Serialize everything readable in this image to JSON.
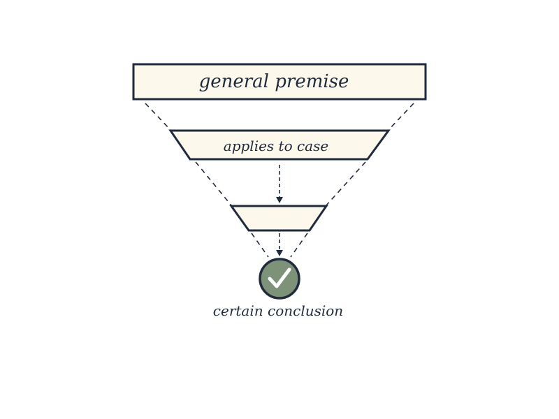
{
  "diagram": {
    "stages": [
      {
        "label": "general premise"
      },
      {
        "label": "applies to case"
      },
      {
        "label": ""
      }
    ],
    "result": {
      "icon": "check-icon",
      "label": "certain conclusion"
    }
  },
  "colors": {
    "outline": "#1f2b3d",
    "fill": "#fdf8ec",
    "check_circle": "#7d9278",
    "check_mark": "#ffffff"
  }
}
